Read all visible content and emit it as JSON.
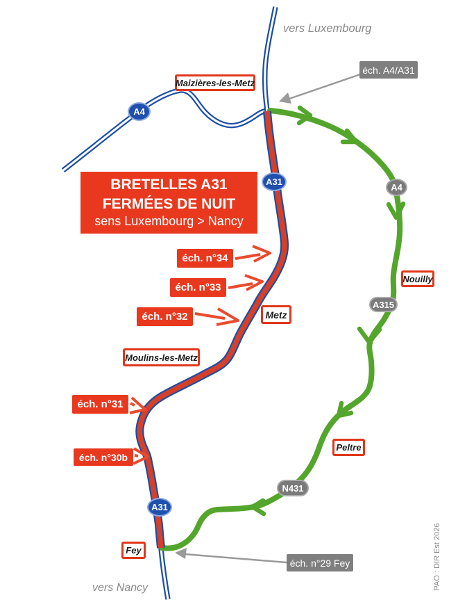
{
  "title_box": {
    "line1": "BRETELLES A31",
    "line2": "FERMÉES DE NUIT",
    "line3": "sens Luxembourg > Nancy"
  },
  "direction_labels": {
    "to_luxembourg": "vers Luxembourg",
    "to_nancy": "vers Nancy"
  },
  "credit": "PAO : DIR Est 2026",
  "badges": {
    "a4_motorway": "A4",
    "a31_upper": "A31",
    "a31_lower": "A31",
    "a4_detour": "A4",
    "a315_detour": "A315",
    "n431_detour": "N431"
  },
  "places": {
    "maizieres_les_metz": "Maizières-les-Metz",
    "metz": "Metz",
    "moulins_les_metz": "Moulins-les-Metz",
    "nouilly": "Nouilly",
    "peltre": "Peltre",
    "fey": "Fey"
  },
  "exits": {
    "a4_a31": "éch. A4/A31",
    "n34": "éch. n°34",
    "n33": "éch. n°33",
    "n32": "éch. n°32",
    "n31": "éch. n°31",
    "n30b": "éch. n°30b",
    "n29_fey": "éch. n°29 Fey"
  },
  "colors": {
    "road_blue": "#1d4fa5",
    "closed_section_red": "#d5402a",
    "detour_green": "#54a52c",
    "alert_red": "#e8391f",
    "callout_gray": "#7f7f7f"
  }
}
